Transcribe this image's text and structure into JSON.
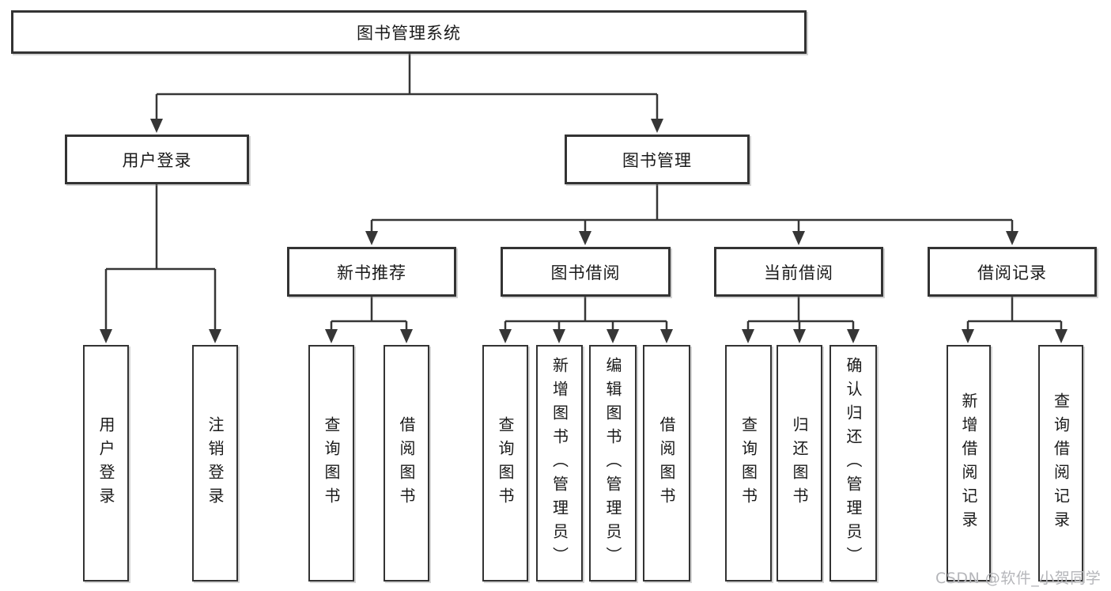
{
  "diagram": {
    "title_node": {
      "label": "图书管理系统"
    },
    "level2": [
      {
        "label": "用户登录"
      },
      {
        "label": "图书管理"
      }
    ],
    "level3": [
      {
        "label": "新书推荐",
        "parent": "图书管理"
      },
      {
        "label": "图书借阅",
        "parent": "图书管理"
      },
      {
        "label": "当前借阅",
        "parent": "图书管理"
      },
      {
        "label": "借阅记录",
        "parent": "图书管理"
      }
    ],
    "leaves": [
      {
        "label": "用户登录",
        "parent": "用户登录"
      },
      {
        "label": "注销登录",
        "parent": "用户登录"
      },
      {
        "label": "查询图书",
        "parent": "新书推荐"
      },
      {
        "label": "借阅图书",
        "parent": "新书推荐"
      },
      {
        "label": "查询图书",
        "parent": "图书借阅"
      },
      {
        "label": "新增图书（管理员）",
        "parent": "图书借阅"
      },
      {
        "label": "编辑图书（管理员）",
        "parent": "图书借阅"
      },
      {
        "label": "借阅图书",
        "parent": "图书借阅"
      },
      {
        "label": "查询图书",
        "parent": "当前借阅"
      },
      {
        "label": "归还图书",
        "parent": "当前借阅"
      },
      {
        "label": "确认归还（管理员）",
        "parent": "当前借阅"
      },
      {
        "label": "新增借阅记录",
        "parent": "借阅记录"
      },
      {
        "label": "查询借阅记录",
        "parent": "借阅记录"
      }
    ],
    "watermark": "CSDN @软件_小贺同学",
    "colors": {
      "border": "#333333",
      "line": "#363636",
      "text": "#1a1a1a",
      "watermark": "#b5b6ba",
      "background": "#ffffff"
    }
  }
}
